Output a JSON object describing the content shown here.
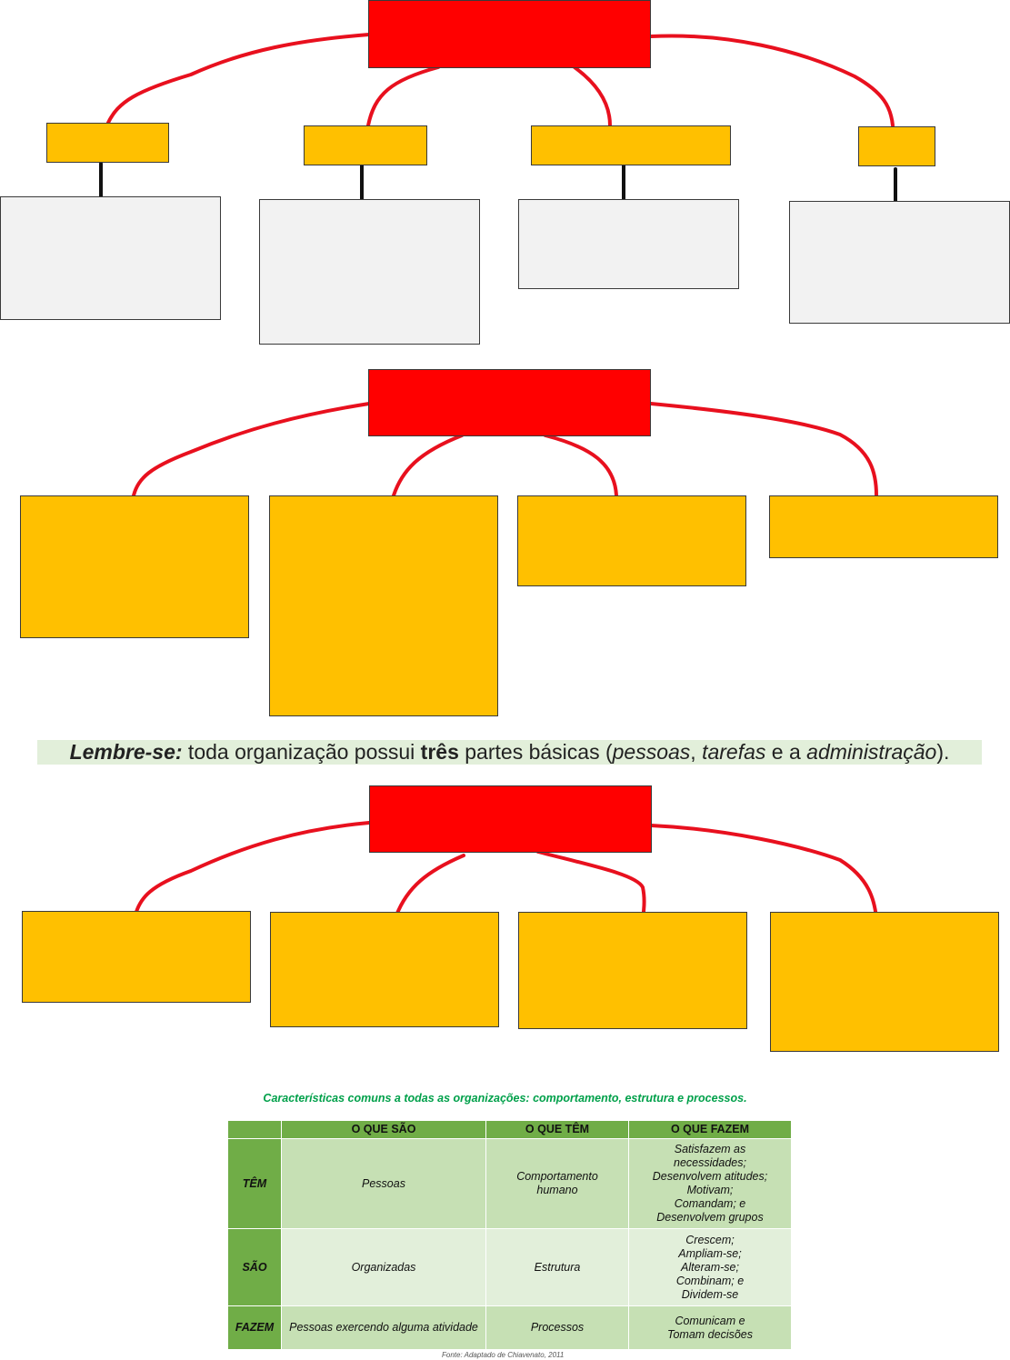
{
  "reminder": {
    "lead": "Lembre-se:",
    "text_a": " toda organização possui ",
    "bold": "três",
    "text_b": " partes básicas (",
    "item1": "pessoas",
    "sep1": ", ",
    "item2": "tarefas",
    "sep2": " e a ",
    "item3": "administração",
    "end": ")."
  },
  "caption": "Características comuns a todas as organizações: comportamento, estrutura e processos.",
  "table": {
    "headers": [
      "",
      "O QUE SÃO",
      "O QUE TÊM",
      "O QUE FAZEM"
    ],
    "rows": [
      {
        "label": "TÊM",
        "sao": "Pessoas",
        "tem": [
          "Comportamento",
          "humano"
        ],
        "fazem": [
          "Satisfazem as",
          "necessidades;",
          "Desenvolvem atitudes;",
          "Motivam;",
          "Comandam; e",
          "Desenvolvem grupos"
        ]
      },
      {
        "label": "SÃO",
        "sao": "Organizadas",
        "tem": [
          "Estrutura"
        ],
        "fazem": [
          "Crescem;",
          "Ampliam-se;",
          "Alteram-se;",
          "Combinam; e",
          "Dividem-se"
        ]
      },
      {
        "label": "FAZEM",
        "sao": "Pessoas exercendo alguma atividade",
        "tem": [
          "Processos"
        ],
        "fazem": [
          "Comunicam e",
          "Tomam decisões"
        ]
      }
    ]
  },
  "source_note": "Fonte: Adaptado de Chiavenato, 2011",
  "colors": {
    "header_box": "#ff0000",
    "branch_box": "#ffc000",
    "empty_box": "#f2f2f2",
    "connector_red": "#e8101e",
    "connector_black": "#111111",
    "table_header": "#70ad47",
    "table_row_dark": "#c6e0b4",
    "table_row_light": "#e2efda",
    "caption": "#00a04a"
  }
}
